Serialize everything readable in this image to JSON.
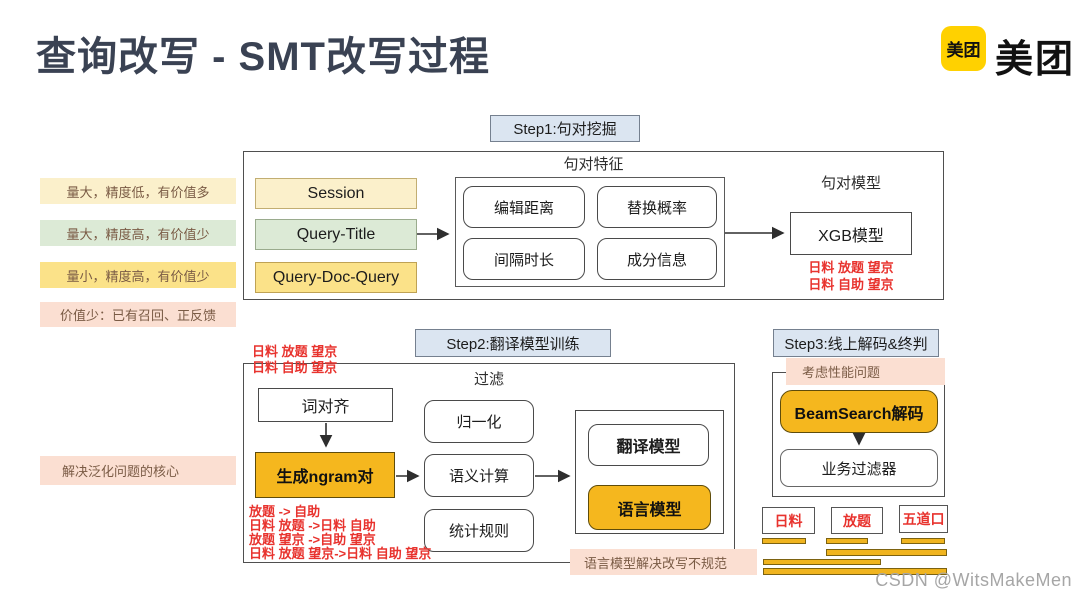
{
  "slide": {
    "title": "查询改写 - SMT改写过程",
    "watermark": "CSDN @WitsMakeMen"
  },
  "logo": {
    "badge_text": "美团",
    "wordmark": "美团"
  },
  "colors": {
    "accent_yellow": "#f5b71e",
    "meituan_yellow": "#ffd100",
    "red_text": "#e8332e",
    "step_label_blue": "#dbe5f1",
    "cream": "#fbf0cb",
    "light_green": "#dcead6",
    "highlight_yellow": "#fbe289",
    "pink": "#fbdfd2",
    "title_navy": "#3a4253"
  },
  "left_notes": [
    {
      "text": "量大，精度低，有价值多",
      "style": "cream"
    },
    {
      "text": "量大，精度高，有价值少",
      "style": "green"
    },
    {
      "text": "量小，精度高，有价值少",
      "style": "yellow"
    },
    {
      "text": "价值少：已有召回、正反馈",
      "style": "pink"
    }
  ],
  "generalization_note": "解决泛化问题的核心",
  "step1": {
    "label": "Step1:句对挖掘",
    "box_title": "句对特征",
    "sources": [
      "Session",
      "Query-Title",
      "Query-Doc-Query"
    ],
    "features": [
      "编辑距离",
      "替换概率",
      "间隔时长",
      "成分信息"
    ],
    "model_title": "句对模型",
    "model_name": "XGB模型",
    "examples": [
      "日料 放题 望京",
      "日料 自助 望京"
    ]
  },
  "step2": {
    "label": "Step2:翻译模型训练",
    "input_examples": [
      "日料 放题 望京",
      "日料 自助 望京"
    ],
    "box_title": "过滤",
    "word_align": "词对齐",
    "ngram": "生成ngram对",
    "filters": [
      "归一化",
      "语义计算",
      "统计规则"
    ],
    "models": [
      "翻译模型",
      "语言模型"
    ],
    "output_examples": [
      "放题 -> 自助",
      "日料 放题 ->日料 自助",
      "放题 望京 ->自助 望京",
      "日料 放题 望京->日料 自助 望京"
    ],
    "note": "语言模型解决改写不规范"
  },
  "step3": {
    "label": "Step3:线上解码&终判",
    "note": "考虑性能问题",
    "decoder": "BeamSearch解码",
    "business_filter": "业务过滤器",
    "tokens": [
      "日料",
      "放题",
      "五道口"
    ]
  }
}
